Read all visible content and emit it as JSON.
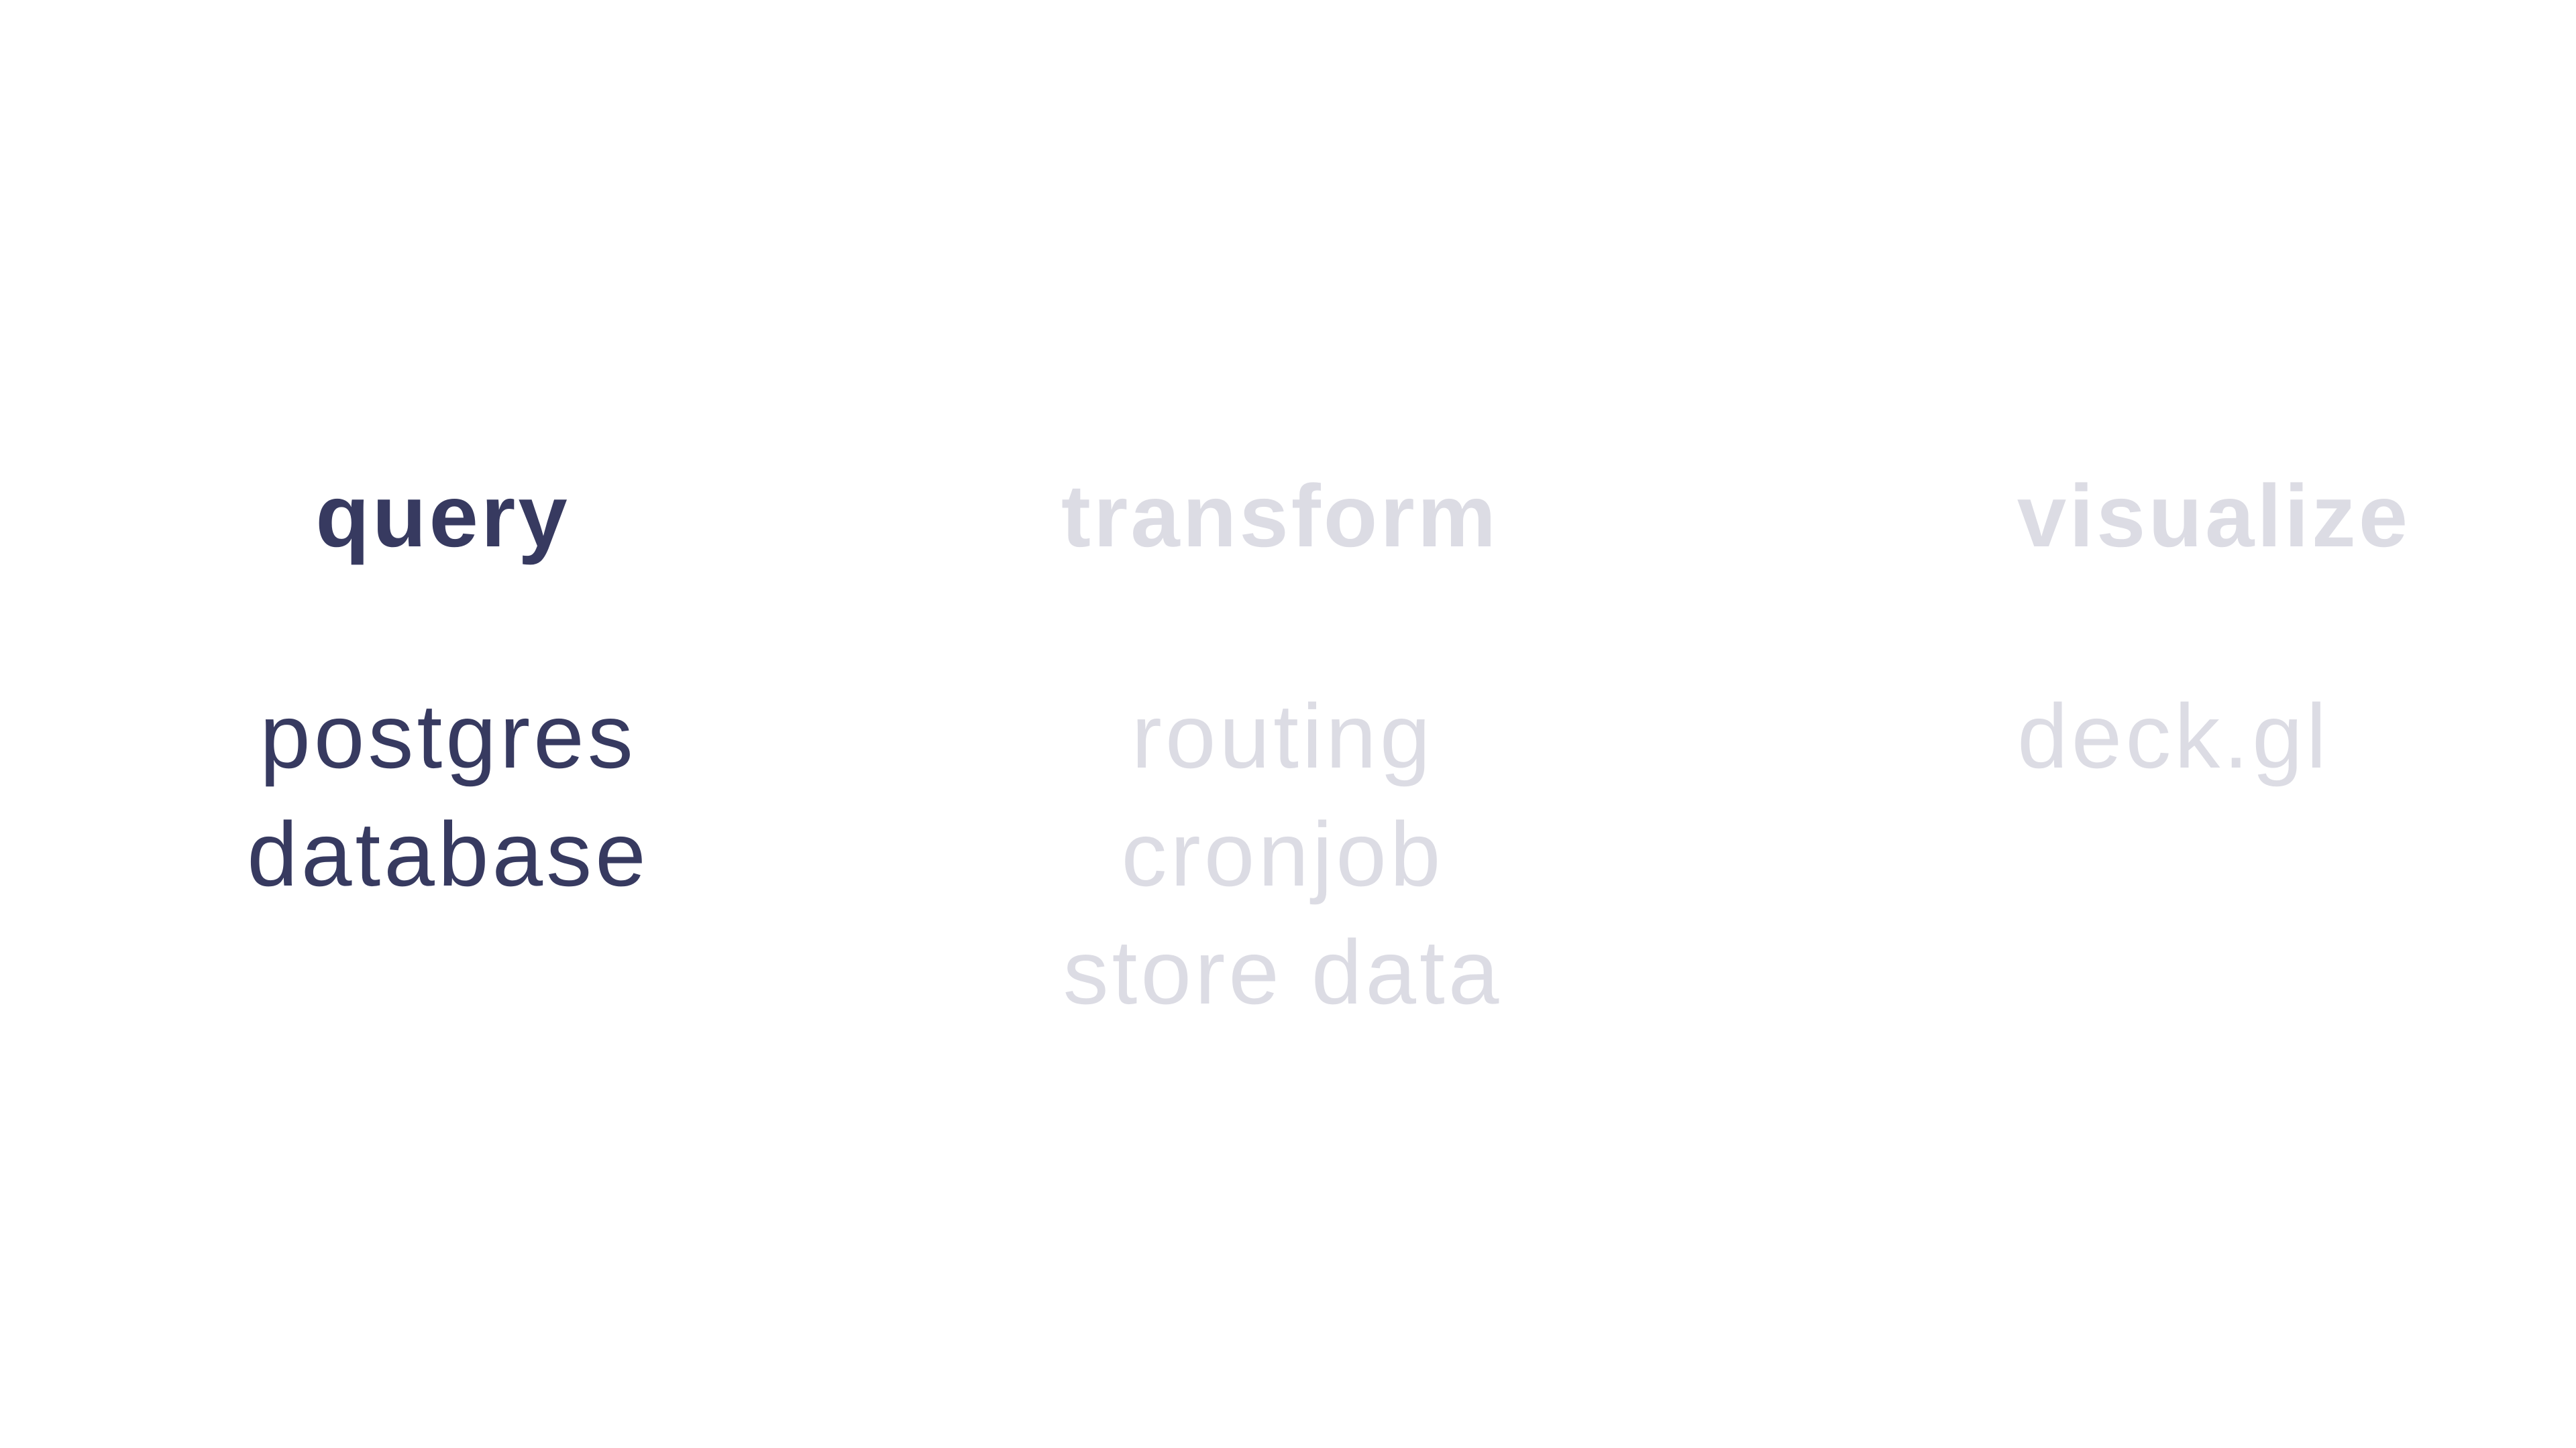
{
  "columns": [
    {
      "heading": "query",
      "items": [
        "postgres",
        "database"
      ],
      "state": "active"
    },
    {
      "heading": "transform",
      "items": [
        "routing",
        "cronjob",
        "store data"
      ],
      "state": "inactive"
    },
    {
      "heading": "visualize",
      "items": [
        "deck.gl"
      ],
      "state": "inactive"
    }
  ],
  "colors": {
    "active": "#373a60",
    "inactive": "#dcdce4",
    "background": "#ffffff"
  }
}
